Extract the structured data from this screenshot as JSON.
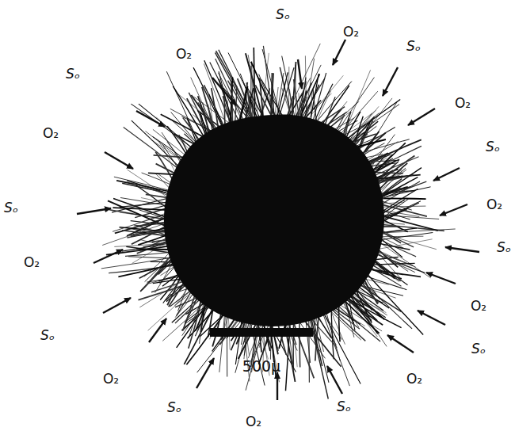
{
  "diagram": {
    "labels": [
      "Sₒ",
      "O₂",
      "Sₒ",
      "O₂",
      "Sₒ",
      "O₂",
      "Sₒ",
      "O₂",
      "Sₒ",
      "O₂",
      "Sₒ",
      "O₂",
      "Sₒ",
      "O₂",
      "Sₒ",
      "O₂",
      "Sₒ",
      "O₂",
      "Sₒ",
      "O₂",
      "500μ"
    ]
  }
}
